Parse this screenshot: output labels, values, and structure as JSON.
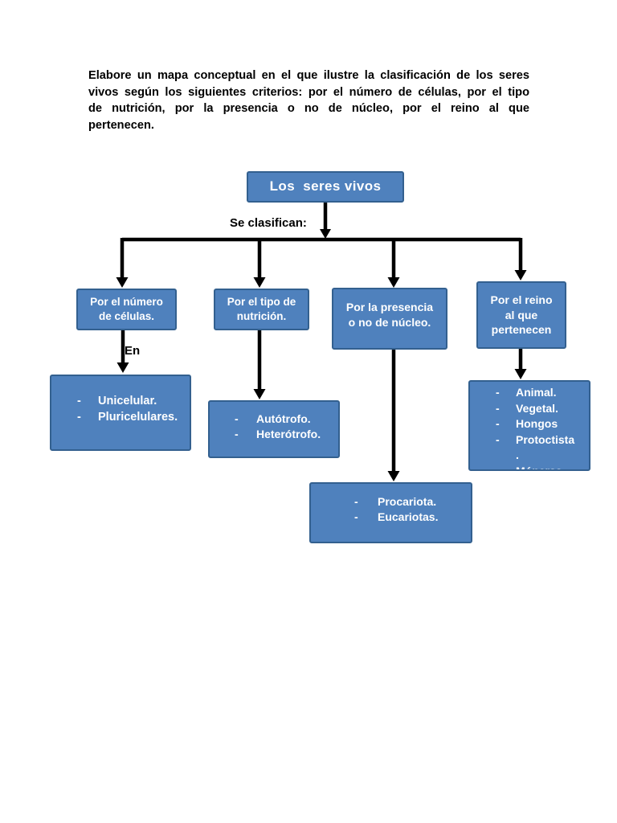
{
  "document": {
    "instructions_lines": [
      "Elabore un mapa conceptual en el que ilustre la clasificación de los seres",
      "vivos según los siguientes criterios: por el número de células, por el tipo",
      "de nutrición, por la presencia o no de núcleo, por el reino al que",
      "pertenecen."
    ]
  },
  "diagram": {
    "root_label": "Los  seres vivos",
    "classify_label": "Se clasifican:",
    "en_label": "En",
    "dash": "-",
    "branches": [
      {
        "criterion": "Por el número\nde células.",
        "items": [
          "Unicelular.",
          "Pluricelulares."
        ]
      },
      {
        "criterion": "Por el tipo de\nnutrición.",
        "items": [
          "Autótrofo.",
          "Heterótrofo."
        ]
      },
      {
        "criterion": "Por la presencia\no no de núcleo.",
        "items": [
          "Procariota.",
          "Eucariotas."
        ]
      },
      {
        "criterion": "Por el reino\nal que\npertenecen",
        "items": [
          "Animal.",
          "Vegetal.",
          "Hongos",
          "Protoctista",
          ".",
          "Móneras."
        ]
      }
    ],
    "colors": {
      "box_fill": "#4f81bd",
      "box_border": "#33608f",
      "arrow": "#000000",
      "box_text": "#ffffff"
    }
  }
}
